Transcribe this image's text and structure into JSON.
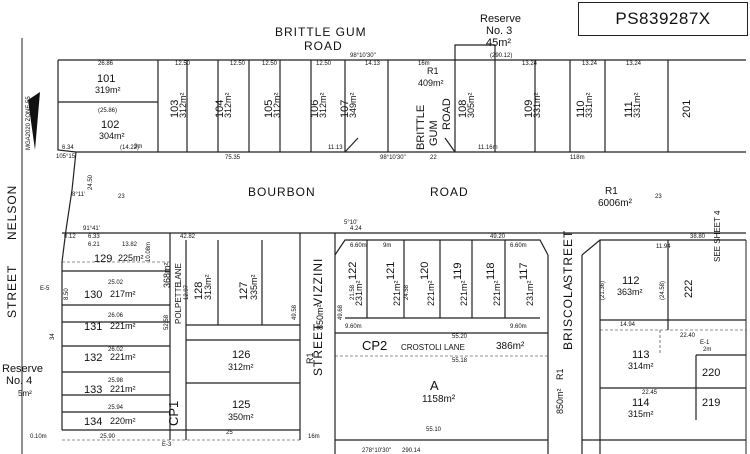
{
  "plan_number": "PS839287X",
  "roads": {
    "brittle_gum_1": "BRITTLE GUM",
    "brittle_gum_2": "ROAD",
    "brittle_gum_v1": "BRITTLE",
    "brittle_gum_v2": "GUM",
    "brittle_gum_v3": "ROAD",
    "bourbon_1": "BOURBON",
    "bourbon_2": "ROAD",
    "nelson_1": "NELSON",
    "nelson_2": "STREET",
    "vizzini_1": "VIZZINI",
    "vizzini_2": "STREET",
    "briscola_1": "BRISCOLA",
    "briscola_2": "STREET",
    "polpette_1": "POLPETTE",
    "polpette_2": "LANE",
    "crostoli": "CROSTOLI LANE"
  },
  "reserves": {
    "r3_line1": "Reserve",
    "r3_line2": "No. 3",
    "r3_area": "45m²",
    "r4_line1": "Reserve",
    "r4_line2": "No. 4",
    "r4_area": "5m²"
  },
  "see_sheet": "SEE SHEET 4",
  "zone": "MGA2020 ZONE 55",
  "lots": [
    {
      "num": "101",
      "area": "319m²"
    },
    {
      "num": "102",
      "area": "304m²"
    },
    {
      "num": "103",
      "area": "312m²"
    },
    {
      "num": "104",
      "area": "312m²"
    },
    {
      "num": "105",
      "area": "312m²"
    },
    {
      "num": "106",
      "area": "312m²"
    },
    {
      "num": "107",
      "area": "349m²"
    },
    {
      "num": "108",
      "area": "305m²"
    },
    {
      "num": "109",
      "area": "331m²"
    },
    {
      "num": "110",
      "area": "331m²"
    },
    {
      "num": "111",
      "area": "331m²"
    },
    {
      "num": "201",
      "area": ""
    },
    {
      "num": "112",
      "area": "363m²"
    },
    {
      "num": "222",
      "area": ""
    },
    {
      "num": "113",
      "area": "314m²"
    },
    {
      "num": "220",
      "area": ""
    },
    {
      "num": "114",
      "area": "315m²"
    },
    {
      "num": "219",
      "area": ""
    },
    {
      "num": "117",
      "area": "231m²"
    },
    {
      "num": "118",
      "area": "221m²"
    },
    {
      "num": "119",
      "area": "221m²"
    },
    {
      "num": "120",
      "area": "221m²"
    },
    {
      "num": "121",
      "area": "221m²"
    },
    {
      "num": "122",
      "area": "231m²"
    },
    {
      "num": "125",
      "area": "350m²"
    },
    {
      "num": "126",
      "area": "312m²"
    },
    {
      "num": "127",
      "area": "335m²"
    },
    {
      "num": "128",
      "area": "313m²"
    },
    {
      "num": "129",
      "area": "225m²"
    },
    {
      "num": "130",
      "area": "217m²"
    },
    {
      "num": "131",
      "area": "221m²"
    },
    {
      "num": "132",
      "area": "221m²"
    },
    {
      "num": "133",
      "area": "221m²"
    },
    {
      "num": "134",
      "area": "220m²"
    }
  ],
  "commons": {
    "r1_a_label": "R1",
    "r1_a_area": "409m²",
    "r1_b_label": "R1",
    "r1_b_area": "6006m²",
    "r1_c_label": "R1",
    "r1_c_area": "850m²",
    "r1_d_label": "R1",
    "r1_d_area": "850m²",
    "cp1": "CP1",
    "cp2": "CP2",
    "cp2_area": "386m²",
    "a_label": "A",
    "a_area": "1158m²",
    "lot_368": "368m²"
  },
  "dims": {
    "d_26_86": "26.86",
    "d_12_50a": "12.50",
    "d_12_50b": "12.50",
    "d_12_50c": "12.50",
    "d_12_50d": "12.50",
    "d_14_13": "14.13",
    "d_16m_a": "16m",
    "d_13_24a": "13.24",
    "d_13_24b": "13.24",
    "d_13_24c": "13.24",
    "bearing_top": "98°10'30\"",
    "d_290_12": "(290.12)",
    "d_25_86": "(25.86)",
    "d_14_22": "(14.22)",
    "bearing_main": "98°10'30\"",
    "d_75_35": "75.35",
    "d_11_13": "11.13",
    "d_11_16": "11.16m",
    "d_118m": "118m",
    "d_6_34": "6.34",
    "b_105": "105°15'",
    "d_24_50": "24.50",
    "d_23a": "23",
    "d_23b": "23",
    "d_22": "22",
    "b_5_10": "5°10'",
    "d_4_24": "4.24",
    "b_8_11": "8°11'",
    "b_91": "91°41'",
    "d_6_33": "6.33",
    "d_6_21": "6.21",
    "d_0_12": "0.12",
    "d_13_82": "13.82",
    "d_10_08": "10.08m",
    "d_42_82": "42.82",
    "d_49_20": "49.20",
    "d_38_80": "38.80",
    "d_6_60a": "6.60m",
    "d_9m_a": "9m",
    "d_6_60b": "6.60m",
    "d_9_60a": "9.60m",
    "d_9_60b": "9.60m",
    "d_55_20": "55.20",
    "d_55_18": "55.18",
    "d_55_10": "55.10",
    "d_290_14": "290.14",
    "bearing_bottom": "278°10'30\"",
    "d_25_90": "25.90",
    "d_0_10": "0.10m",
    "d_16m_b": "16m",
    "d_25_02": "25.02",
    "d_26_06": "26.06",
    "d_26_02": "26.02",
    "d_25_98": "25.98",
    "d_25_94": "25.94",
    "d_12_97": "12.97",
    "d_52_58": "52.58",
    "d_49_58": "49.58",
    "d_49_68": "49.68",
    "d_21_58": "21.58",
    "d_24_58": "24.58",
    "d_14_94": "14.94",
    "d_11_94": "11.94",
    "d_22_40": "22.40",
    "d_22_45": "22.45",
    "d_21_36": "(21.36)",
    "d_24_58b": "(24.58)",
    "d_8_50": "8.50",
    "d_34": "34",
    "d_e5": "E-5",
    "d_e1": "E-1",
    "d_e3": "E-3",
    "d_2m": "2m",
    "d_3m": "3m",
    "d_25": "25"
  }
}
